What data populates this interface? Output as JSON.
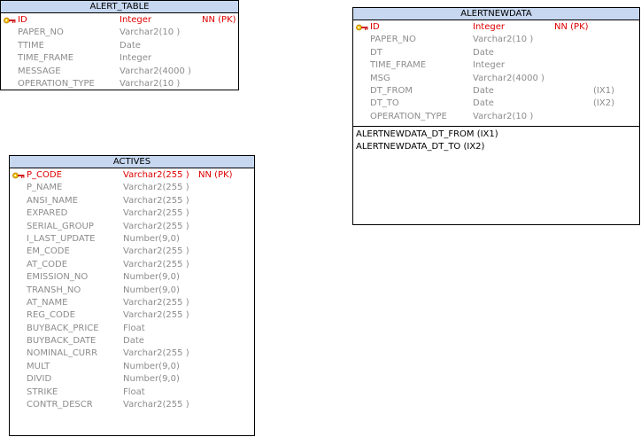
{
  "icons": {
    "pk_key": "primary-key-icon"
  },
  "colors": {
    "header_bg": "#c6d7ef",
    "pk_text": "#e00000",
    "attr_text": "#8c8c8c",
    "index_text": "#000000"
  },
  "alert_table": {
    "title": "ALERT_TABLE",
    "columns": [
      {
        "name": "ID",
        "type": "Integer",
        "constraint": "NN (PK)",
        "pk": true
      },
      {
        "name": "PAPER_NO",
        "type": "Varchar2(10 )",
        "constraint": ""
      },
      {
        "name": "TTIME",
        "type": "Date",
        "constraint": ""
      },
      {
        "name": "TIME_FRAME",
        "type": "Integer",
        "constraint": ""
      },
      {
        "name": "MESSAGE",
        "type": "Varchar2(4000 )",
        "constraint": ""
      },
      {
        "name": "OPERATION_TYPE",
        "type": "Varchar2(10 )",
        "constraint": ""
      }
    ]
  },
  "alertnewdata": {
    "title": "ALERTNEWDATA",
    "columns": [
      {
        "name": "ID",
        "type": "Integer",
        "constraint": "NN (PK)",
        "pk": true
      },
      {
        "name": "PAPER_NO",
        "type": "Varchar2(10 )",
        "constraint": ""
      },
      {
        "name": "DT",
        "type": "Date",
        "constraint": ""
      },
      {
        "name": "TIME_FRAME",
        "type": "Integer",
        "constraint": ""
      },
      {
        "name": "MSG",
        "type": "Varchar2(4000 )",
        "constraint": ""
      },
      {
        "name": "DT_FROM",
        "type": "Date",
        "constraint": "(IX1)"
      },
      {
        "name": "DT_TO",
        "type": "Date",
        "constraint": "(IX2)"
      },
      {
        "name": "OPERATION_TYPE",
        "type": "Varchar2(10 )",
        "constraint": ""
      }
    ],
    "indexes": [
      "ALERTNEWDATA_DT_FROM (IX1)",
      "ALERTNEWDATA_DT_TO (IX2)"
    ]
  },
  "actives": {
    "title": "ACTIVES",
    "columns": [
      {
        "name": "P_CODE",
        "type": "Varchar2(255 )",
        "constraint": "NN (PK)",
        "pk": true
      },
      {
        "name": "P_NAME",
        "type": "Varchar2(255 )",
        "constraint": ""
      },
      {
        "name": "ANSI_NAME",
        "type": "Varchar2(255 )",
        "constraint": ""
      },
      {
        "name": "EXPARED",
        "type": "Varchar2(255 )",
        "constraint": ""
      },
      {
        "name": "SERIAL_GROUP",
        "type": "Varchar2(255 )",
        "constraint": ""
      },
      {
        "name": "I_LAST_UPDATE",
        "type": "Number(9,0)",
        "constraint": ""
      },
      {
        "name": "EM_CODE",
        "type": "Varchar2(255 )",
        "constraint": ""
      },
      {
        "name": "AT_CODE",
        "type": "Varchar2(255 )",
        "constraint": ""
      },
      {
        "name": "EMISSION_NO",
        "type": "Number(9,0)",
        "constraint": ""
      },
      {
        "name": "TRANSH_NO",
        "type": "Number(9,0)",
        "constraint": ""
      },
      {
        "name": "AT_NAME",
        "type": "Varchar2(255 )",
        "constraint": ""
      },
      {
        "name": "REG_CODE",
        "type": "Varchar2(255 )",
        "constraint": ""
      },
      {
        "name": "BUYBACK_PRICE",
        "type": "Float",
        "constraint": ""
      },
      {
        "name": "BUYBACK_DATE",
        "type": "Date",
        "constraint": ""
      },
      {
        "name": "NOMINAL_CURR",
        "type": "Varchar2(255 )",
        "constraint": ""
      },
      {
        "name": "MULT",
        "type": "Number(9,0)",
        "constraint": ""
      },
      {
        "name": "DIVID",
        "type": "Number(9,0)",
        "constraint": ""
      },
      {
        "name": "STRIKE",
        "type": "Float",
        "constraint": ""
      },
      {
        "name": "CONTR_DESCR",
        "type": "Varchar2(255 )",
        "constraint": ""
      }
    ]
  }
}
